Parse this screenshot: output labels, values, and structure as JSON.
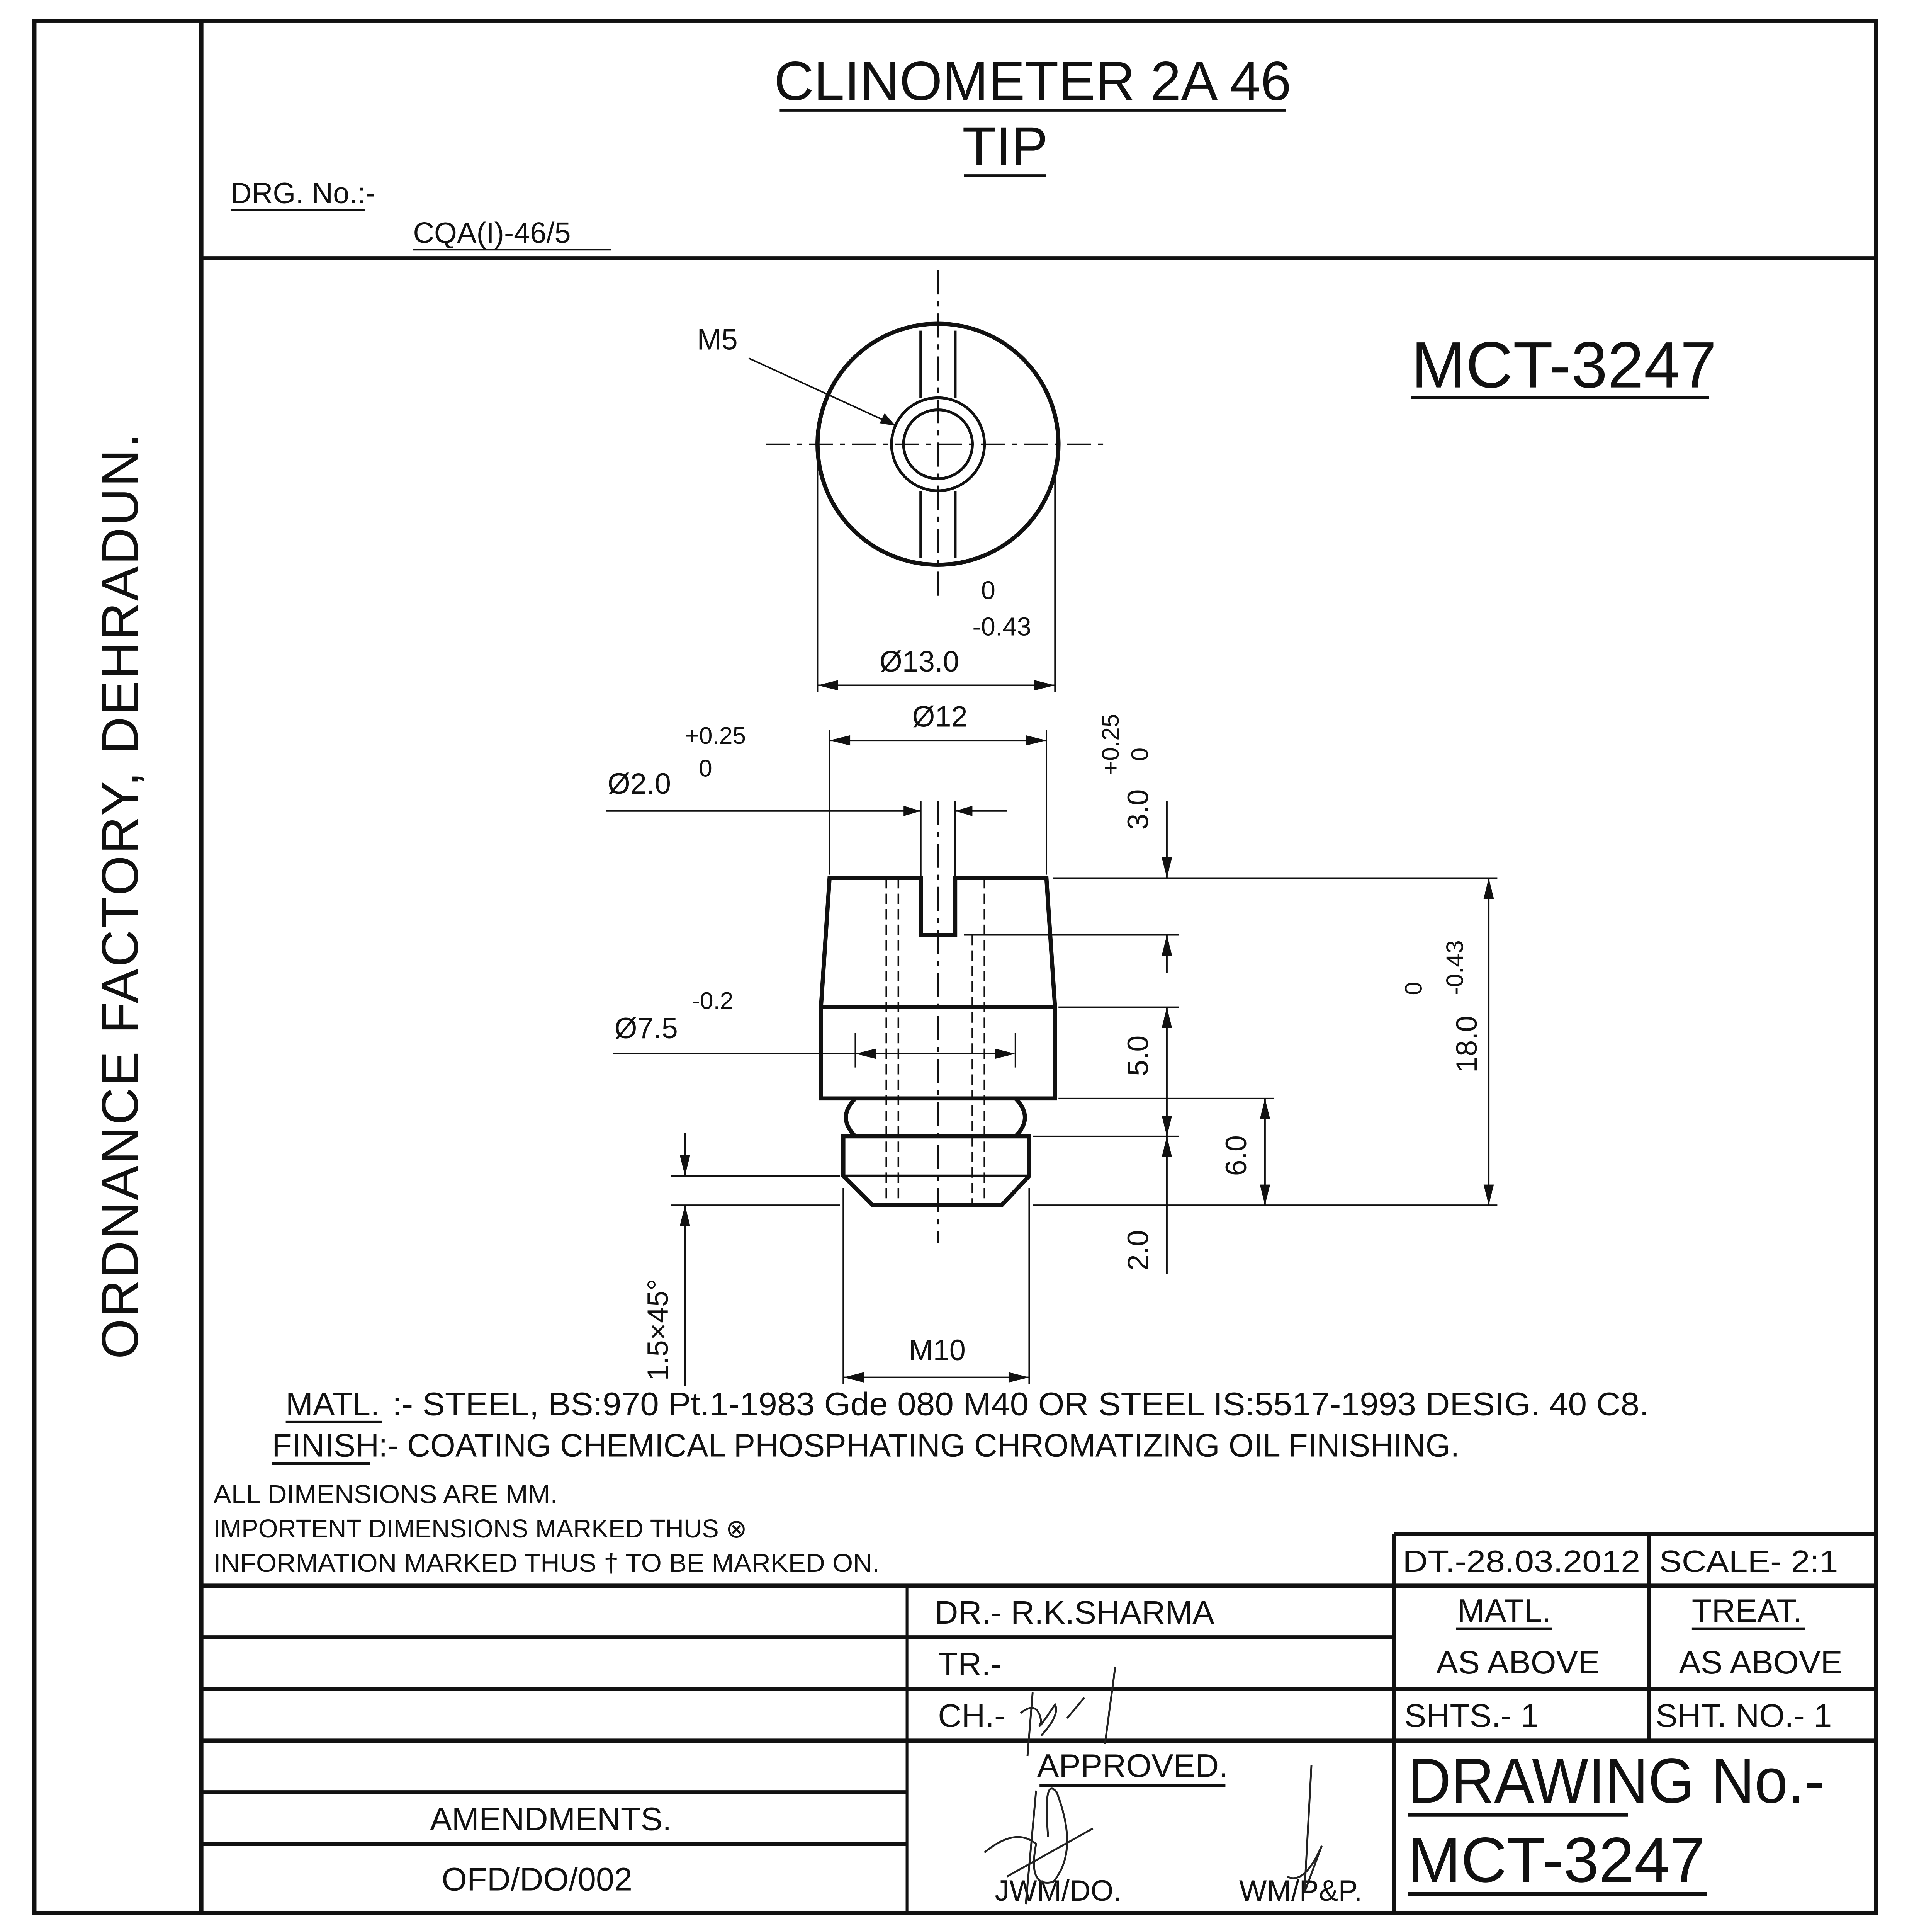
{
  "sidebar": {
    "organization": "ORDNANCE FACTORY, DEHRADUN."
  },
  "header": {
    "title": "CLINOMETER 2A 46",
    "subtitle": "TIP",
    "drg_no_label": "DRG. No.:-",
    "drg_no_value": "CQA(I)-46/5"
  },
  "drawing": {
    "part_number": "MCT-3247",
    "top_view": {
      "thread_label": "M5",
      "diameter": "Ø13.0",
      "tol_upper": "0",
      "tol_lower": "-0.43"
    },
    "side_view": {
      "head_diameter": "Ø12",
      "hole_diameter": "Ø2.0",
      "hole_tol_upper": "+0.25",
      "hole_tol_lower": "0",
      "neck_diameter": "Ø7.5",
      "neck_tol": "-0.2",
      "slot_depth": "3.0",
      "slot_tol_upper": "+0.25",
      "slot_tol_lower": "0",
      "head_height": "5.0",
      "thread_length": "6.0",
      "collar_height": "2.0",
      "total_length": "18.0",
      "total_tol_upper": "0",
      "total_tol_lower": "-0.43",
      "chamfer": "1.5×45°",
      "thread": "M10"
    }
  },
  "notes": {
    "matl_label": "MATL.",
    "matl_text": ":- STEEL, BS:970 Pt.1-1983 Gde 080 M40 OR STEEL IS:5517-1993 DESIG. 40 C8.",
    "finish_label": "FINISH",
    "finish_text": ":- COATING CHEMICAL PHOSPHATING CHROMATIZING OIL FINISHING.",
    "general": [
      "ALL DIMENSIONS ARE MM.",
      "IMPORTENT DIMENSIONS MARKED THUS ⊗",
      "INFORMATION MARKED THUS † TO BE MARKED ON."
    ]
  },
  "title_block": {
    "date": "DT.-28.03.2012",
    "scale": "SCALE- 2:1",
    "drawn": "DR.-  R.K.SHARMA",
    "traced": "TR.-",
    "checked": "CH.-",
    "matl_header": "MATL.",
    "matl_value": "AS ABOVE",
    "treat_header": "TREAT.",
    "treat_value": "AS ABOVE",
    "sheets": "SHTS.- 1",
    "sheet_no": "SHT. NO.- 1",
    "approved": "APPROVED.",
    "approver_1": "JWM/DO.",
    "approver_2": "WM/P&P.",
    "drawing_no_label": "DRAWING No.-",
    "drawing_no": "MCT-3247",
    "amendments": "AMENDMENTS.",
    "amendment_ref": "OFD/DO/002"
  }
}
